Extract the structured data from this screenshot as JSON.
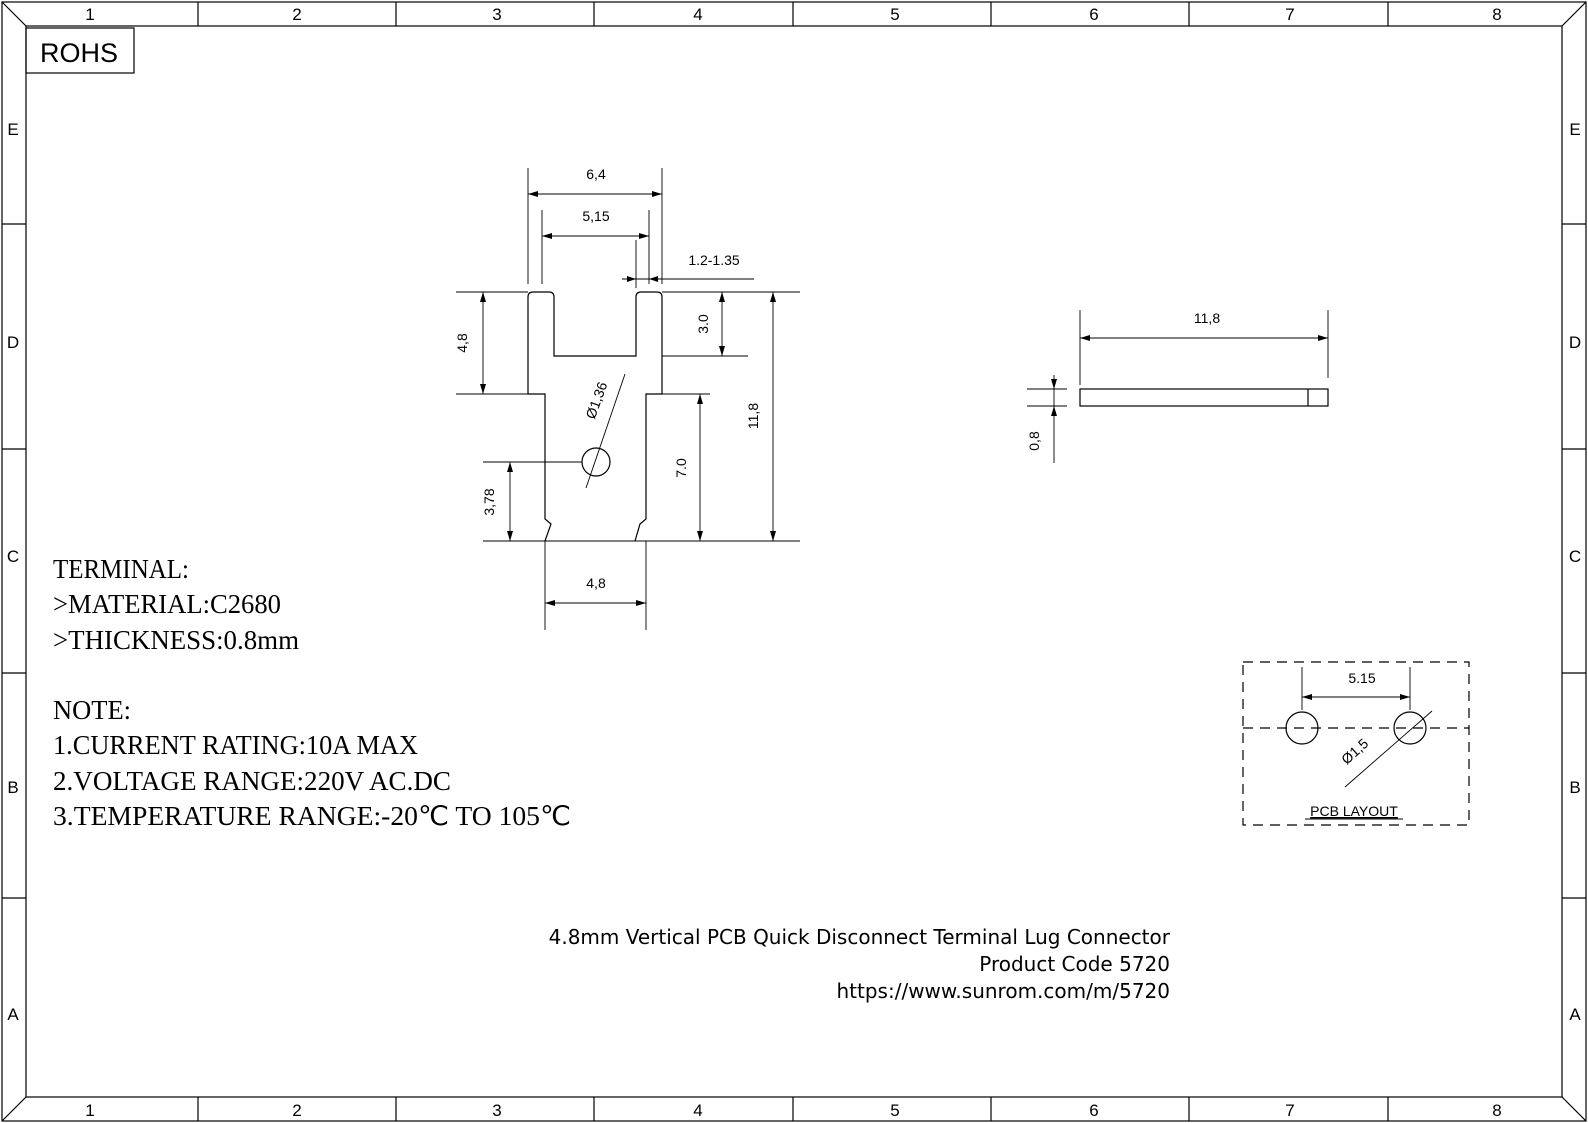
{
  "frame": {
    "col_labels": [
      "1",
      "2",
      "3",
      "4",
      "5",
      "6",
      "7",
      "8"
    ],
    "row_labels": [
      "E",
      "D",
      "C",
      "B",
      "A"
    ]
  },
  "rohs_label": "ROHS",
  "front_view": {
    "dim_overall_width": "6,4",
    "dim_slot_width": "5,15",
    "dim_prong_thickness": "1.2-1.35",
    "dim_slot_depth": "3.0",
    "dim_upper_height": "4,8",
    "dim_hole_diameter": "Ø1,36",
    "dim_total_height": "11,8",
    "dim_lower_height": "7.0",
    "dim_hole_height": "3,78",
    "dim_base_width": "4,8"
  },
  "side_view": {
    "dim_length": "11,8",
    "dim_thickness": "0,8"
  },
  "pcb_layout": {
    "dim_pitch": "5.15",
    "dim_hole": "Ø1,5",
    "label": "PCB  LAYOUT"
  },
  "specs": {
    "terminal_lines": [
      "TERMINAL:",
      ">MATERIAL:C2680",
      ">THICKNESS:0.8mm"
    ],
    "note_lines": [
      "NOTE:",
      "1.CURRENT RATING:10A MAX",
      "2.VOLTAGE RANGE:220V AC.DC",
      "3.TEMPERATURE RANGE:-20℃ TO 105℃"
    ]
  },
  "title_block": {
    "product_name": "4.8mm Vertical PCB Quick Disconnect Terminal Lug Connector",
    "product_code": "Product Code 5720",
    "url": "https://www.sunrom.com/m/5720"
  }
}
